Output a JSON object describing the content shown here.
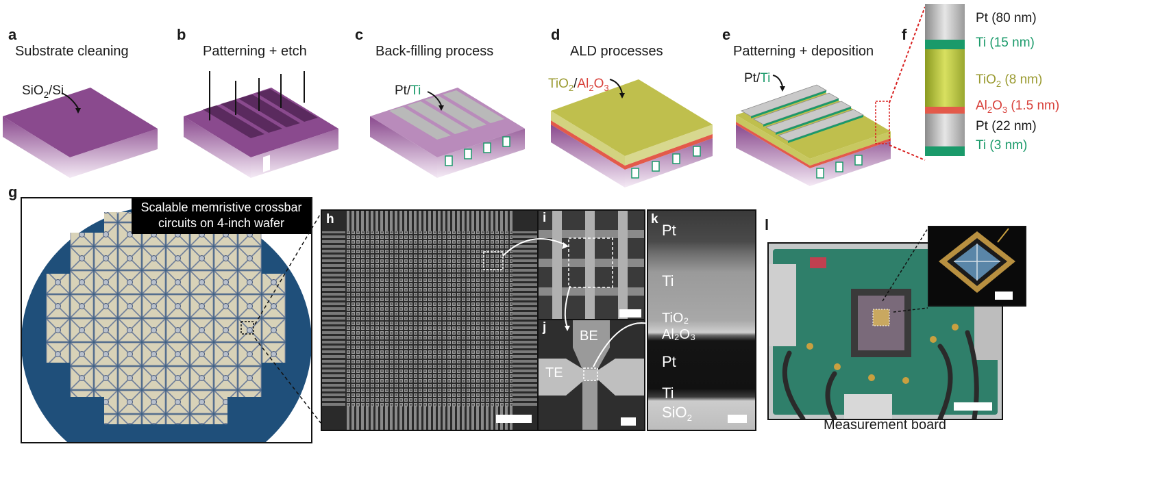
{
  "steps": {
    "a": {
      "label": "a",
      "title": "Substrate cleaning",
      "material": "SiO",
      "material_sub": "2",
      "material_rest": "/Si"
    },
    "b": {
      "label": "b",
      "title": "Patterning + etch"
    },
    "c": {
      "label": "c",
      "title": "Back-filling process",
      "material_a": "Pt/",
      "material_b": "Ti"
    },
    "d": {
      "label": "d",
      "title": "ALD processes",
      "material_a": "TiO",
      "material_a_sub": "2",
      "material_sep": "/",
      "material_b": "Al",
      "material_b_sub": "2",
      "material_b_rest": "O",
      "material_b_sub2": "3"
    },
    "e": {
      "label": "e",
      "title": "Patterning + deposition",
      "material_a": "Pt/",
      "material_b": "Ti"
    },
    "f": {
      "label": "f"
    }
  },
  "layers": [
    {
      "name": "Pt",
      "thickness": " (80 nm)",
      "color": "#1a1a1a"
    },
    {
      "name": "Ti",
      "thickness": " (15 nm)",
      "color": "#1a9a6a"
    },
    {
      "name": "TiO",
      "sub": "2",
      "thickness": " (8 nm)",
      "color": "#9a9a30"
    },
    {
      "name": "Al",
      "sub": "2",
      "name2": "O",
      "sub2": "3",
      "thickness": " (1.5 nm)",
      "color": "#d8403a"
    },
    {
      "name": "Pt",
      "thickness": " (22 nm)",
      "color": "#1a1a1a"
    },
    {
      "name": "Ti",
      "thickness": " (3 nm)",
      "color": "#1a9a6a"
    }
  ],
  "panels": {
    "g": {
      "label": "g",
      "caption_line1": "Scalable memristive crossbar",
      "caption_line2": "circuits on 4-inch wafer"
    },
    "h": {
      "label": "h"
    },
    "i": {
      "label": "i"
    },
    "j": {
      "label": "j",
      "be": "BE",
      "te": "TE"
    },
    "k": {
      "label": "k",
      "pt_top": "Pt",
      "ti_top": "Ti",
      "tio2": "TiO₂",
      "al2o3": "Al₂O₃",
      "pt_bottom": "Pt",
      "ti_bottom": "Ti",
      "sio2_a": "SiO",
      "sio2_sub": "2"
    },
    "l": {
      "label": "l",
      "caption": "Measurement board"
    }
  },
  "colors": {
    "purple": "#8a4a8e",
    "purple_light": "#c9a0cb",
    "grey_metal": "#b9b9b9",
    "green_ti": "#1a9a6a",
    "olive": "#b8b83a",
    "red_al": "#e35a4a",
    "wafer_blue": "#1f4f7a",
    "pcb_green": "#2f7f6a"
  }
}
